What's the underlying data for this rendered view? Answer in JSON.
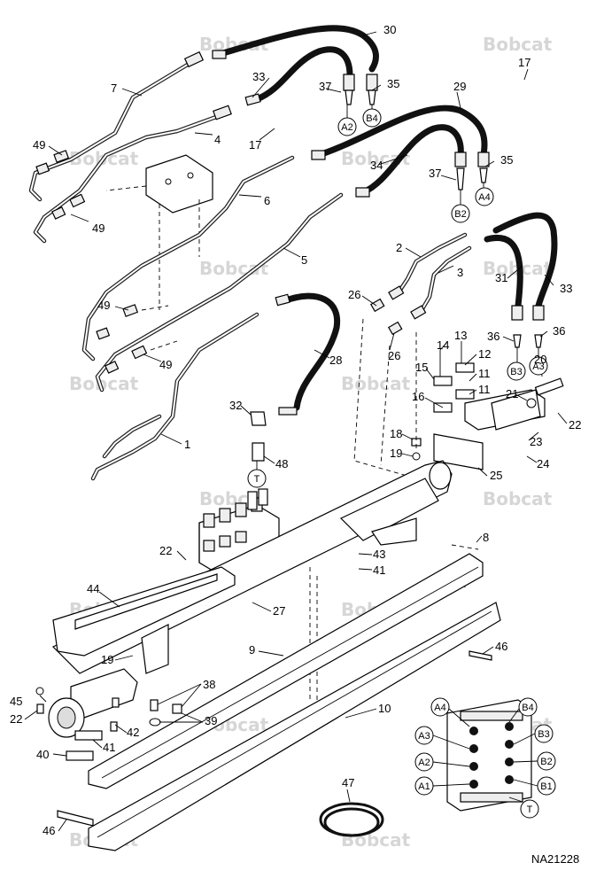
{
  "watermark": "Bobcat",
  "drawing_number": "NA21228",
  "part_numbers": [
    {
      "id": "p30",
      "text": "30"
    },
    {
      "id": "p33a",
      "text": "33"
    },
    {
      "id": "p37a",
      "text": "37"
    },
    {
      "id": "p35a",
      "text": "35"
    },
    {
      "id": "p17a",
      "text": "17"
    },
    {
      "id": "p7",
      "text": "7"
    },
    {
      "id": "p4",
      "text": "4"
    },
    {
      "id": "p17b",
      "text": "17"
    },
    {
      "id": "p29",
      "text": "29"
    },
    {
      "id": "p34",
      "text": "34"
    },
    {
      "id": "p37b",
      "text": "37"
    },
    {
      "id": "p35b",
      "text": "35"
    },
    {
      "id": "p49a",
      "text": "49"
    },
    {
      "id": "p49b",
      "text": "49"
    },
    {
      "id": "p6",
      "text": "6"
    },
    {
      "id": "p5",
      "text": "5"
    },
    {
      "id": "p2",
      "text": "2"
    },
    {
      "id": "p3",
      "text": "3"
    },
    {
      "id": "p31",
      "text": "31"
    },
    {
      "id": "p33b",
      "text": "33"
    },
    {
      "id": "p26a",
      "text": "26"
    },
    {
      "id": "p26b",
      "text": "26"
    },
    {
      "id": "p49c",
      "text": "49"
    },
    {
      "id": "p49d",
      "text": "49"
    },
    {
      "id": "p28",
      "text": "28"
    },
    {
      "id": "p14",
      "text": "14"
    },
    {
      "id": "p13",
      "text": "13"
    },
    {
      "id": "p36a",
      "text": "36"
    },
    {
      "id": "p36b",
      "text": "36"
    },
    {
      "id": "p15",
      "text": "15"
    },
    {
      "id": "p12",
      "text": "12"
    },
    {
      "id": "p20",
      "text": "20"
    },
    {
      "id": "p11a",
      "text": "11"
    },
    {
      "id": "p11b",
      "text": "11"
    },
    {
      "id": "p16",
      "text": "16"
    },
    {
      "id": "p21",
      "text": "21"
    },
    {
      "id": "p32",
      "text": "32"
    },
    {
      "id": "p22a",
      "text": "22"
    },
    {
      "id": "p1",
      "text": "1"
    },
    {
      "id": "p18",
      "text": "18"
    },
    {
      "id": "p23",
      "text": "23"
    },
    {
      "id": "p19a",
      "text": "19"
    },
    {
      "id": "p24",
      "text": "24"
    },
    {
      "id": "p48",
      "text": "48"
    },
    {
      "id": "p25",
      "text": "25"
    },
    {
      "id": "p8",
      "text": "8"
    },
    {
      "id": "p22b",
      "text": "22"
    },
    {
      "id": "p43",
      "text": "43"
    },
    {
      "id": "p41a",
      "text": "41"
    },
    {
      "id": "p44",
      "text": "44"
    },
    {
      "id": "p27",
      "text": "27"
    },
    {
      "id": "p9",
      "text": "9"
    },
    {
      "id": "p19b",
      "text": "19"
    },
    {
      "id": "p46a",
      "text": "46"
    },
    {
      "id": "p38",
      "text": "38"
    },
    {
      "id": "p45",
      "text": "45"
    },
    {
      "id": "p22c",
      "text": "22"
    },
    {
      "id": "p39",
      "text": "39"
    },
    {
      "id": "p10",
      "text": "10"
    },
    {
      "id": "p42",
      "text": "42"
    },
    {
      "id": "p41b",
      "text": "41"
    },
    {
      "id": "p40",
      "text": "40"
    },
    {
      "id": "p47",
      "text": "47"
    },
    {
      "id": "p46b",
      "text": "46"
    }
  ],
  "port_labels": [
    {
      "id": "c_a2",
      "text": "A2"
    },
    {
      "id": "c_b4",
      "text": "B4"
    },
    {
      "id": "c_b2",
      "text": "B2"
    },
    {
      "id": "c_a4",
      "text": "A4"
    },
    {
      "id": "c_b3",
      "text": "B3"
    },
    {
      "id": "c_a3",
      "text": "A3"
    },
    {
      "id": "c_t1",
      "text": "T"
    },
    {
      "id": "v_a4",
      "text": "A4"
    },
    {
      "id": "v_b4",
      "text": "B4"
    },
    {
      "id": "v_a3",
      "text": "A3"
    },
    {
      "id": "v_b3",
      "text": "B3"
    },
    {
      "id": "v_a2",
      "text": "A2"
    },
    {
      "id": "v_b2",
      "text": "B2"
    },
    {
      "id": "v_a1",
      "text": "A1"
    },
    {
      "id": "v_b1",
      "text": "B1"
    },
    {
      "id": "v_t",
      "text": "T"
    }
  ]
}
